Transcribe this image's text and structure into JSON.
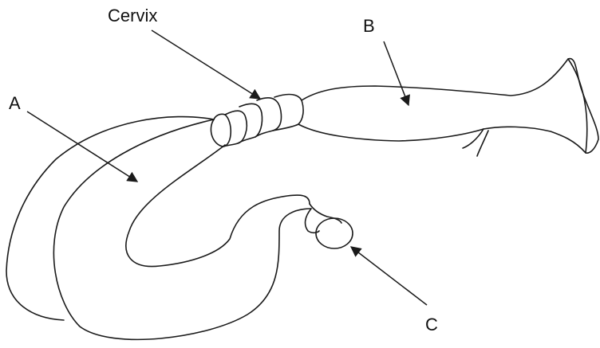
{
  "labels": {
    "cervix": "Cervix",
    "a": "A",
    "b": "B",
    "c": "C"
  },
  "colors": {
    "line": "#1a1a1a",
    "background": "#ffffff"
  }
}
